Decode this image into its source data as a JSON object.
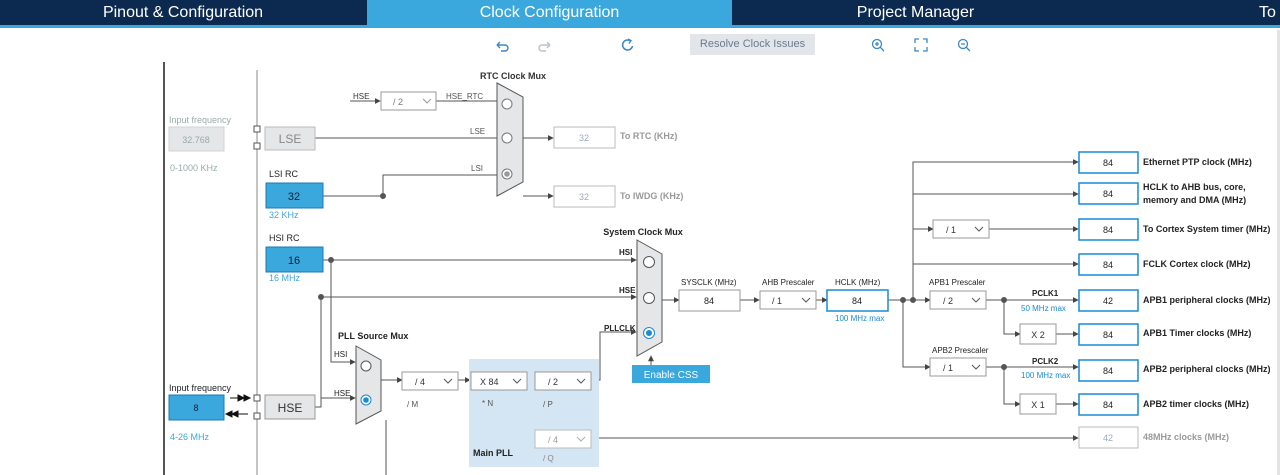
{
  "tabs": [
    {
      "label": "Pinout & Configuration",
      "active": false
    },
    {
      "label": "Clock Configuration",
      "active": true
    },
    {
      "label": "Project Manager",
      "active": false
    },
    {
      "label": "To",
      "active": false
    }
  ],
  "toolbar": {
    "undo_icon": "undo-icon",
    "redo_icon": "redo-icon",
    "reset_icon": "refresh-icon",
    "resolve_label": "Resolve Clock Issues",
    "zoom_in_icon": "zoom-in-icon",
    "fit_icon": "fit-screen-icon",
    "zoom_out_icon": "zoom-out-icon"
  },
  "colors": {
    "accent": "#3aa7dd",
    "tab_bg": "#0c2a4f",
    "output_border": "#1a8ad6"
  },
  "lse": {
    "freq_label": "Input frequency",
    "value": "32.768",
    "range": "0-1000 KHz",
    "label": "LSE"
  },
  "lsi": {
    "title": "LSI RC",
    "value": "32",
    "unit": "32 KHz"
  },
  "hsi": {
    "title": "HSI RC",
    "value": "16",
    "unit": "16 MHz"
  },
  "hse": {
    "freq_label": "Input frequency",
    "value": "8",
    "range": "4-26 MHz",
    "label": "HSE"
  },
  "rtc": {
    "title": "RTC Clock Mux",
    "hse_label": "HSE",
    "div": "/ 2",
    "hse_rtc": "HSE_RTC",
    "lse_label": "LSE",
    "lsi_label": "LSI",
    "rtc_value": "32",
    "rtc_label": "To RTC (KHz)",
    "iwdg_value": "32",
    "iwdg_label": "To IWDG (KHz)"
  },
  "pll": {
    "source_title": "PLL Source Mux",
    "hsi_label": "HSI",
    "hse_label": "HSE",
    "m_value": "/ 4",
    "m_label": "/ M",
    "n_value": "X 84",
    "n_label": "* N",
    "p_value": "/ 2",
    "p_label": "/ P",
    "q_value": "/ 4",
    "q_label": "/ Q",
    "main_label": "Main PLL"
  },
  "sysmux": {
    "title": "System Clock Mux",
    "hsi": "HSI",
    "hse": "HSE",
    "pllclk": "PLLCLK",
    "css_label": "Enable CSS"
  },
  "sysclk": {
    "label": "SYSCLK (MHz)",
    "value": "84"
  },
  "ahb": {
    "label": "AHB Prescaler",
    "value": "/ 1"
  },
  "hclk": {
    "label": "HCLK (MHz)",
    "value": "84",
    "max": "100 MHz max"
  },
  "apb1": {
    "label": "APB1 Prescaler",
    "value": "/ 2",
    "pclk": "PCLK1",
    "max": "50 MHz max",
    "mult": "X 2"
  },
  "apb2": {
    "label": "APB2 Prescaler",
    "value": "/ 1",
    "pclk": "PCLK2",
    "max": "100 MHz max",
    "mult": "X 1"
  },
  "cortex_div": "/ 1",
  "outputs": [
    {
      "value": "84",
      "label": "Ethernet PTP clock (MHz)"
    },
    {
      "value": "84",
      "label": "HCLK to AHB bus, core,",
      "label2": "memory and DMA (MHz)"
    },
    {
      "value": "84",
      "label": "To Cortex System timer (MHz)"
    },
    {
      "value": "84",
      "label": "FCLK Cortex clock (MHz)"
    },
    {
      "value": "42",
      "label": "APB1 peripheral clocks (MHz)"
    },
    {
      "value": "84",
      "label": "APB1 Timer clocks (MHz)"
    },
    {
      "value": "84",
      "label": "APB2 peripheral clocks (MHz)"
    },
    {
      "value": "84",
      "label": "APB2 timer clocks (MHz)"
    },
    {
      "value": "42",
      "label": "48MHz clocks (MHz)"
    }
  ]
}
